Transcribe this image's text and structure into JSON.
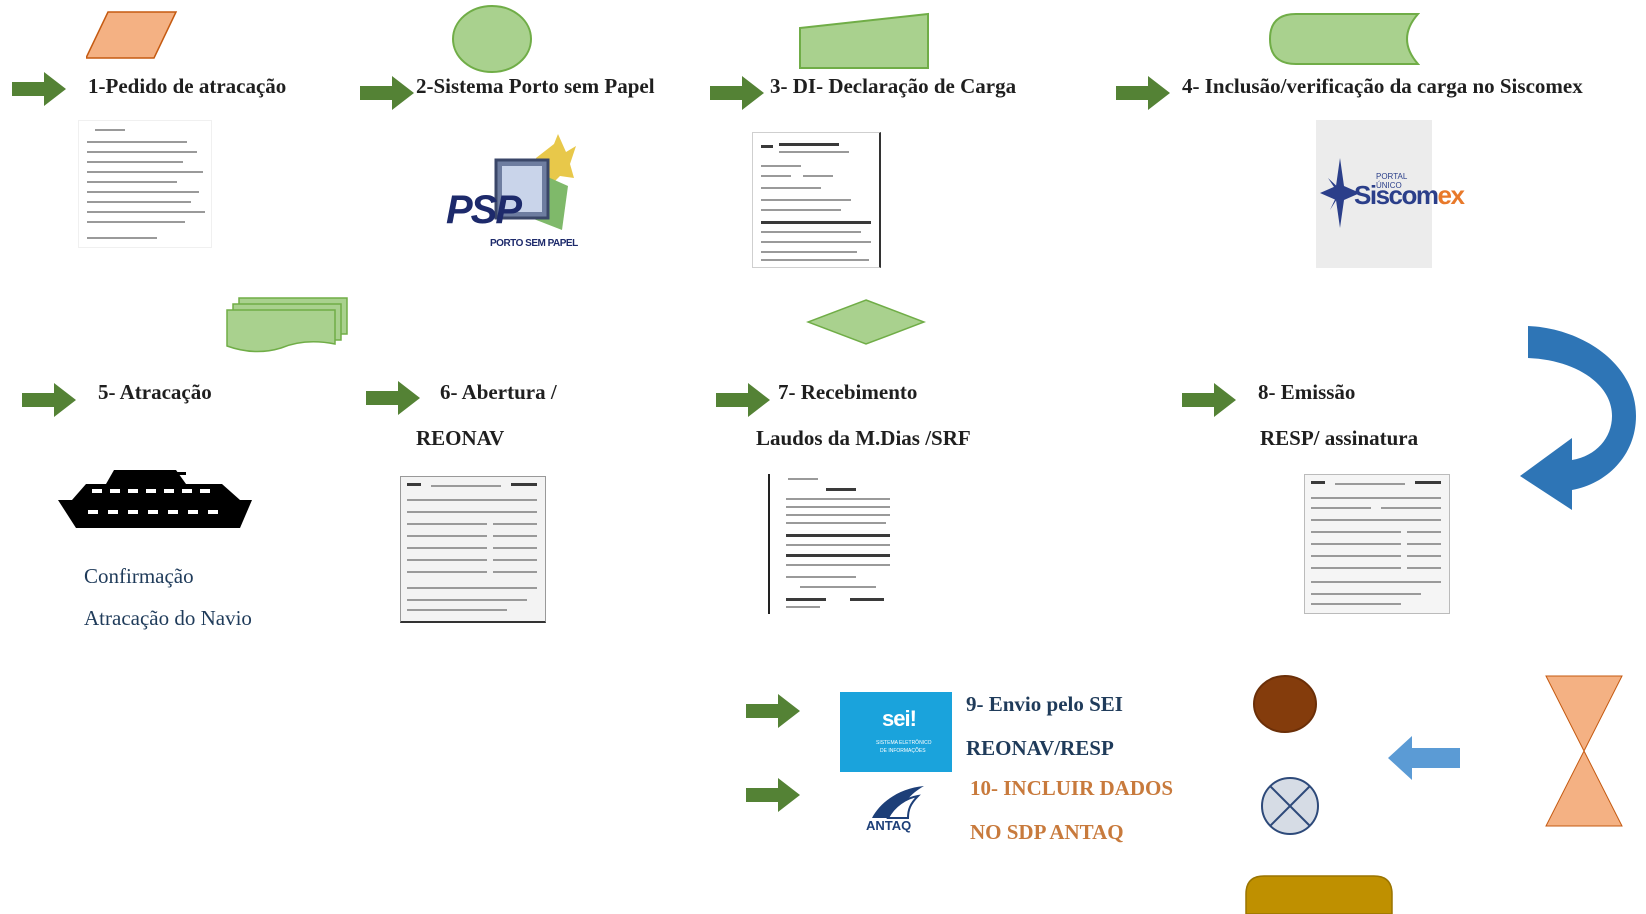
{
  "steps": {
    "s1": {
      "label": "1-Pedido de atracação"
    },
    "s2": {
      "label": "2-Sistema Porto sem Papel"
    },
    "s3": {
      "label": "3- DI- Declaração de Carga"
    },
    "s4": {
      "label": "4- Inclusão/verificação da carga no Siscomex"
    },
    "s5": {
      "label": "5- Atracação"
    },
    "s6": {
      "label_line1": "6- Abertura /",
      "label_line2": "REONAV"
    },
    "s7": {
      "label_line1": "7- Recebimento",
      "label_line2": "Laudos da M.Dias /SRF"
    },
    "s8": {
      "label_line1": "8- Emissão",
      "label_line2": "RESP/ assinatura"
    },
    "s9": {
      "label_line1": "9- Envio pelo SEI",
      "label_line2": "REONAV/RESP"
    },
    "s10": {
      "label_line1": "10- INCLUIR DADOS",
      "label_line2": "NO SDP ANTAQ"
    }
  },
  "ship_caption": {
    "line1": "Confirmação",
    "line2": "Atracação do Navio"
  },
  "logos": {
    "psp": {
      "big": "PSP",
      "small": "PORTO SEM PAPEL"
    },
    "siscomex": {
      "top": "PORTAL ÚNICO",
      "name_a": "Siscom",
      "name_b": "ex"
    },
    "sei": {
      "name": "sei!",
      "sub1": "SISTEMA ELETRÔNICO",
      "sub2": "DE INFORMAÇÕES"
    },
    "antaq": {
      "name": "ANTAQ"
    }
  },
  "colors": {
    "green_arrow": "#548235",
    "shape_green": "#a9d18e",
    "shape_green_stroke": "#70ad47",
    "shape_orange": "#f4b183",
    "brown": "#843c0c",
    "gold": "#bf9000",
    "blue_arrow": "#2e75b6",
    "light_blue_arrow": "#5b9bd5",
    "sei_blue": "#1aa3dc"
  },
  "icons": {
    "parallelogram": "data-io-icon",
    "circle": "connector-icon",
    "manual_input": "manual-input-icon",
    "stored_data": "stored-data-icon",
    "multi_document": "multi-document-icon",
    "decision": "decision-icon",
    "ship": "ship-icon",
    "curved_arrow": "curved-arrow-icon",
    "hourglass": "collate-icon",
    "or_circle": "summing-junction-icon",
    "terminator": "terminator-icon"
  }
}
